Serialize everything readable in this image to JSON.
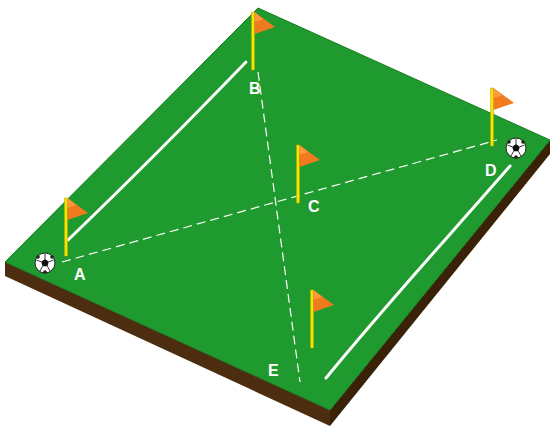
{
  "diagram": {
    "labels": [
      "B",
      "C",
      "D",
      "A",
      "E"
    ]
  }
}
